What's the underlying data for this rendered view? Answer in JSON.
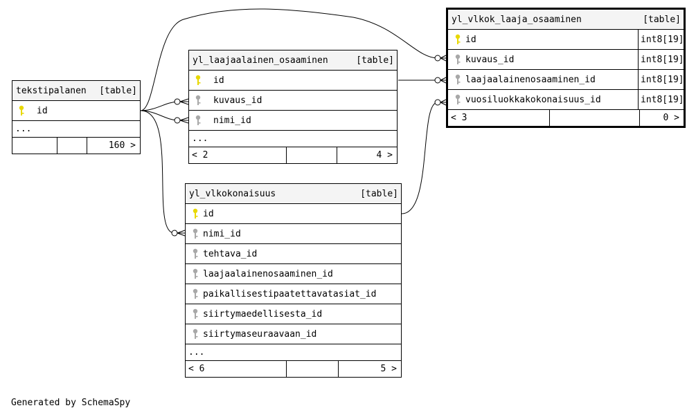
{
  "tables": {
    "tekstipalanen": {
      "name": "tekstipalanen",
      "kind": "[table]",
      "columns": [
        {
          "name": "id",
          "key": "primary"
        }
      ],
      "more": "...",
      "foot": {
        "left": "",
        "right": "160 >"
      }
    },
    "laajaalainen": {
      "name": "yl_laajaalainen_osaaminen",
      "kind": "[table]",
      "columns": [
        {
          "name": "id",
          "key": "primary"
        },
        {
          "name": "kuvaus_id",
          "key": "foreign"
        },
        {
          "name": "nimi_id",
          "key": "foreign"
        }
      ],
      "more": "...",
      "foot": {
        "left": "< 2",
        "right": "4 >"
      }
    },
    "vlkok": {
      "name": "yl_vlkok_laaja_osaaminen",
      "kind": "[table]",
      "columns": [
        {
          "name": "id",
          "key": "primary",
          "type": "int8[19]"
        },
        {
          "name": "kuvaus_id",
          "key": "foreign",
          "type": "int8[19]"
        },
        {
          "name": "laajaalainenosaaminen_id",
          "key": "foreign",
          "type": "int8[19]"
        },
        {
          "name": "vuosiluokkakokonaisuus_id",
          "key": "foreign",
          "type": "int8[19]"
        }
      ],
      "foot": {
        "left": "< 3",
        "right": "0 >"
      }
    },
    "vlkokonaisuus": {
      "name": "yl_vlkokonaisuus",
      "kind": "[table]",
      "columns": [
        {
          "name": "id",
          "key": "primary"
        },
        {
          "name": "nimi_id",
          "key": "foreign"
        },
        {
          "name": "tehtava_id",
          "key": "foreign"
        },
        {
          "name": "laajaalainenosaaminen_id",
          "key": "foreign"
        },
        {
          "name": "paikallisestipaatettavatasiat_id",
          "key": "foreign"
        },
        {
          "name": "siirtymaedellisesta_id",
          "key": "foreign"
        },
        {
          "name": "siirtymaseuraavaan_id",
          "key": "foreign"
        }
      ],
      "more": "...",
      "foot": {
        "left": "< 6",
        "right": "5 >"
      }
    }
  },
  "footer_text": "Generated by SchemaSpy",
  "colors": {
    "primary_key": "#e8d800",
    "foreign_key": "#a8a8a8",
    "header_bg": "#f4f4f4",
    "line": "#000000"
  }
}
